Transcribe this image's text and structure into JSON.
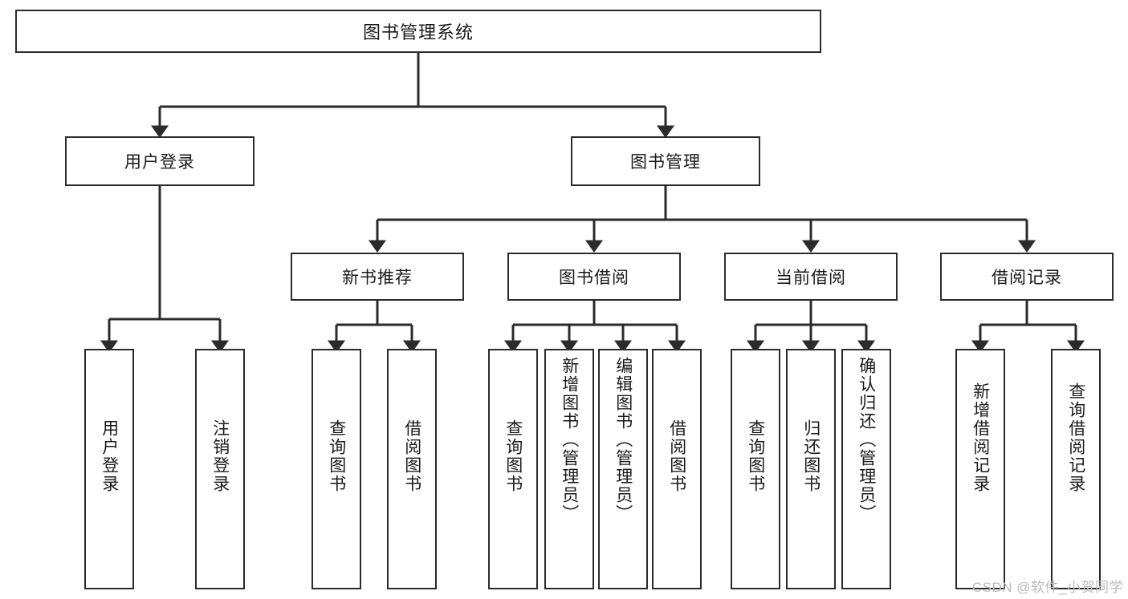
{
  "diagram": {
    "title_node": {
      "label": "图书管理系统"
    },
    "level1": [
      {
        "id": "user-login",
        "label": "用户登录"
      },
      {
        "id": "book-management",
        "label": "图书管理"
      }
    ],
    "level2": [
      {
        "id": "new-book-recommend",
        "label": "新书推荐"
      },
      {
        "id": "book-borrow",
        "label": "图书借阅"
      },
      {
        "id": "current-borrow",
        "label": "当前借阅"
      },
      {
        "id": "borrow-record",
        "label": "借阅记录"
      }
    ],
    "leaves": {
      "user-login": [
        {
          "id": "leaf-user-login",
          "label": "用户登录"
        },
        {
          "id": "leaf-logout-login",
          "label": "注销登录"
        }
      ],
      "new-book-recommend": [
        {
          "id": "leaf-query-book-1",
          "label": "查询图书"
        },
        {
          "id": "leaf-borrow-book-1",
          "label": "借阅图书"
        }
      ],
      "book-borrow": [
        {
          "id": "leaf-query-book-2",
          "label": "查询图书"
        },
        {
          "id": "leaf-add-book",
          "label": "新增图书（管理员）"
        },
        {
          "id": "leaf-edit-book",
          "label": "编辑图书（管理员）"
        },
        {
          "id": "leaf-borrow-book-2",
          "label": "借阅图书"
        }
      ],
      "current-borrow": [
        {
          "id": "leaf-query-book-3",
          "label": "查询图书"
        },
        {
          "id": "leaf-return-book",
          "label": "归还图书"
        },
        {
          "id": "leaf-confirm-return",
          "label": "确认归还（管理员）"
        }
      ],
      "borrow-record": [
        {
          "id": "leaf-add-record",
          "label": "新增借阅记录"
        },
        {
          "id": "leaf-query-record",
          "label": "查询借阅记录"
        }
      ]
    },
    "watermark": "CSDN @软件_小贺同学",
    "colors": {
      "stroke": "#2b2b2b",
      "text": "#1a1a1a",
      "background": "#ffffff",
      "watermark": "#b9b9b9"
    }
  }
}
